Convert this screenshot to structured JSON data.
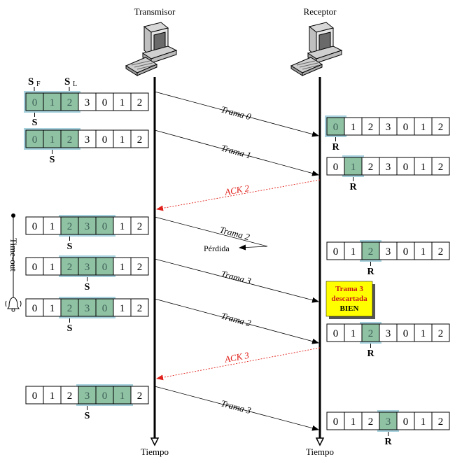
{
  "labels": {
    "transmitter": "Transmisor",
    "receiver": "Receptor",
    "time": "Tiempo",
    "timeout": "Time-out",
    "sf": "S",
    "sf_sub": "F",
    "sl": "S",
    "sl_sub": "L",
    "send_pointer": "S",
    "recv_pointer": "R",
    "lost": "Pérdida",
    "discard_note": [
      "Trama 3",
      "descartada",
      "BIEN"
    ]
  },
  "sequence_cells": [
    "0",
    "1",
    "2",
    "3",
    "0",
    "1",
    "2"
  ],
  "sender_windows": [
    {
      "window": [
        0,
        1,
        2
      ],
      "pointer": 0
    },
    {
      "window": [
        0,
        1,
        2
      ],
      "pointer": 1
    },
    {
      "window": [
        2,
        3,
        4
      ],
      "pointer": 2
    },
    {
      "window": [
        2,
        3,
        4
      ],
      "pointer": 3
    },
    {
      "window": [
        2,
        3,
        4
      ],
      "pointer": 2
    },
    {
      "window": [
        3,
        4,
        5
      ],
      "pointer": 3
    }
  ],
  "receiver_windows": [
    {
      "expected": 0
    },
    {
      "expected": 1
    },
    {
      "expected": 2
    },
    {
      "expected": 2
    },
    {
      "expected": 3
    }
  ],
  "messages": [
    {
      "label": "Trama 0",
      "direction": "right",
      "kind": "frame"
    },
    {
      "label": "Trama 1",
      "direction": "right",
      "kind": "frame"
    },
    {
      "label": "ACK 2",
      "direction": "left",
      "kind": "ack"
    },
    {
      "label": "Trama 2",
      "direction": "right",
      "kind": "lost"
    },
    {
      "label": "Trama 3",
      "direction": "right",
      "kind": "frame"
    },
    {
      "label": "Trama 2",
      "direction": "right",
      "kind": "frame"
    },
    {
      "label": "ACK 3",
      "direction": "left",
      "kind": "ack"
    },
    {
      "label": "Trama 3",
      "direction": "right",
      "kind": "frame"
    }
  ],
  "colors": {
    "window_fill": "#8fc1a3",
    "window_border": "#a6d1dd",
    "ack": "#e0211b",
    "note_fill": "#ffff00",
    "note_text": "#cc1a1a"
  }
}
